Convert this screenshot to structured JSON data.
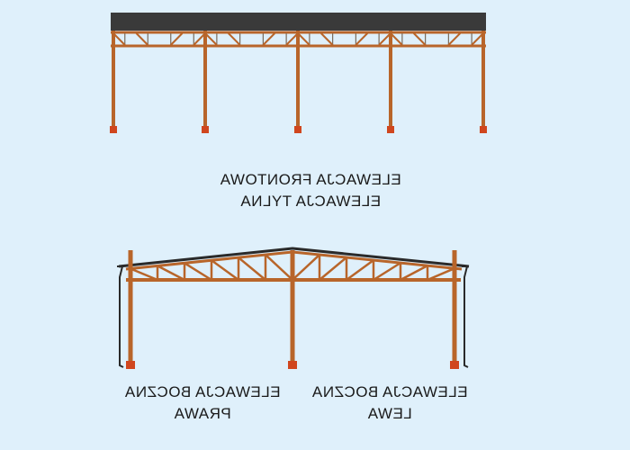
{
  "labels": {
    "front_1": "ELEWACJA FRONTOWA",
    "front_2": "ELEWACJA TYLNA",
    "left_1": "ELEWACJA BOCZNA",
    "left_2": "LEWA",
    "right_1": "ELEWACJA BOCZNA",
    "right_2": "PRAWA"
  },
  "colors": {
    "steel": "#b8652a",
    "roof": "#3a3a3a",
    "footing": "#d0461e",
    "background": "#dff0fb"
  }
}
